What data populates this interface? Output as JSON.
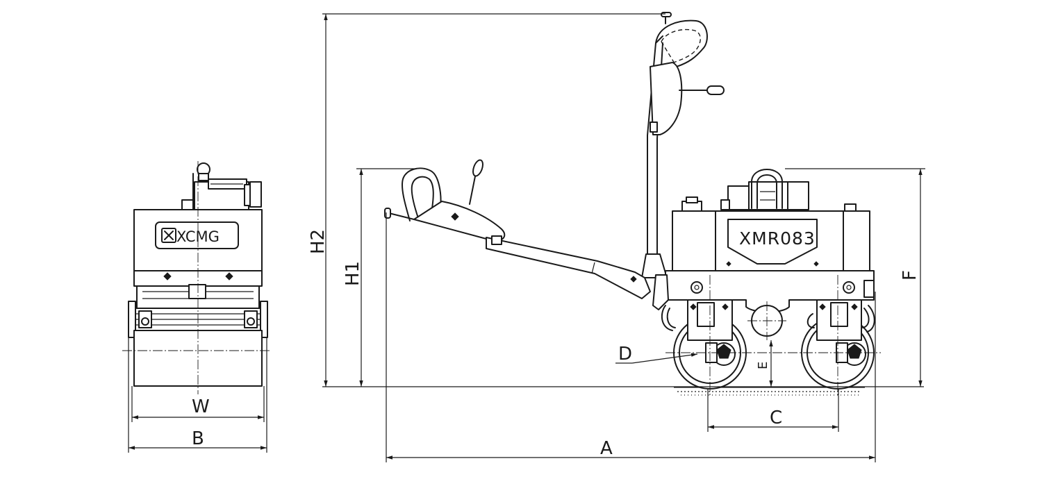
{
  "brand_text": "XCMG",
  "model_text": "XMR083",
  "dimensions": {
    "W": "W",
    "B": "B",
    "A": "A",
    "C": "C",
    "D": "D",
    "E": "E",
    "F": "F",
    "H1": "H1",
    "H2": "H2"
  }
}
